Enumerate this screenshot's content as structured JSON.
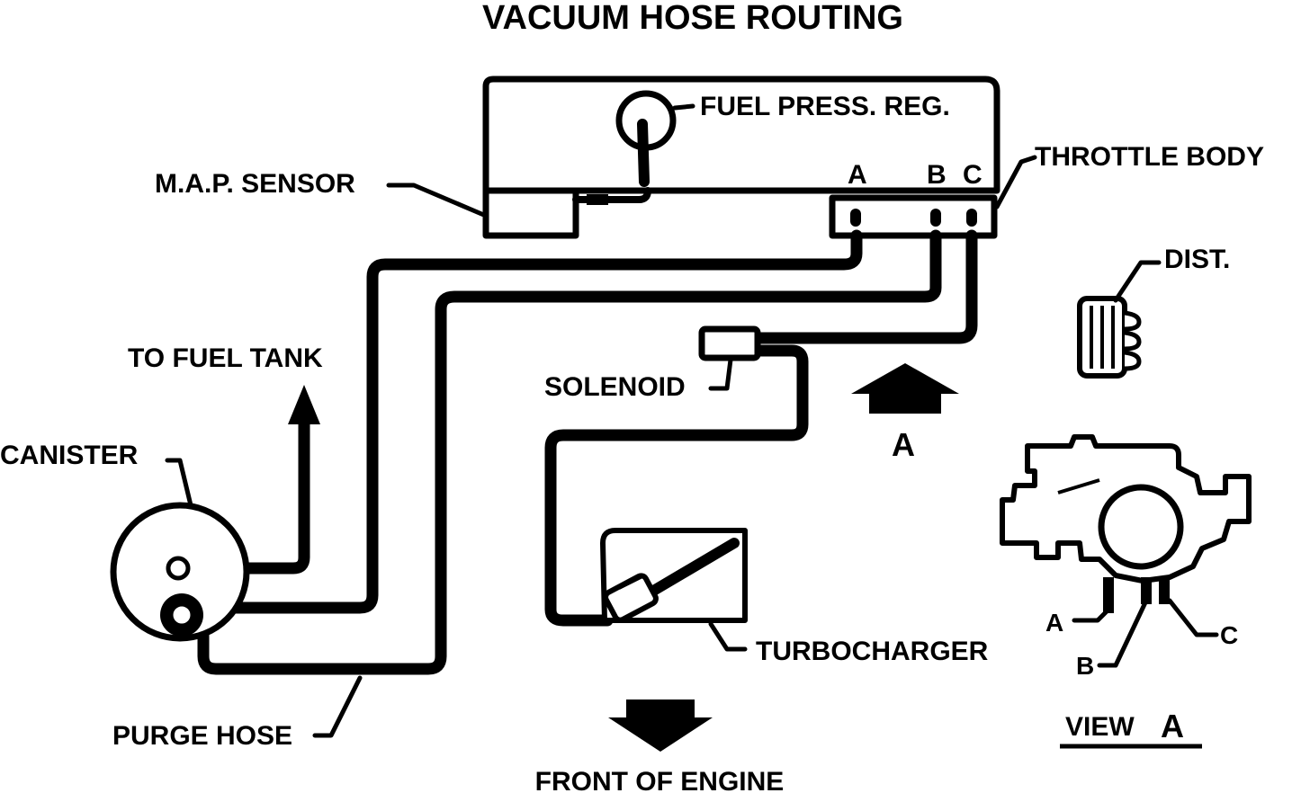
{
  "title": "VACUUM HOSE ROUTING",
  "labels": {
    "fuel_press_reg": "FUEL PRESS. REG.",
    "map_sensor": "M.A.P. SENSOR",
    "throttle_body": "THROTTLE BODY",
    "port_a": "A",
    "port_b": "B",
    "port_c": "C",
    "dist": "DIST.",
    "to_fuel_tank": "TO FUEL TANK",
    "canister": "CANISTER",
    "solenoid": "SOLENOID",
    "view_arrow_letter": "A",
    "turbocharger": "TURBOCHARGER",
    "purge_hose": "PURGE HOSE",
    "front_of_engine": "FRONT OF ENGINE",
    "view_a_word": "VIEW",
    "view_a_letter": "A",
    "view_port_a": "A",
    "view_port_b": "B",
    "view_port_c": "C"
  }
}
